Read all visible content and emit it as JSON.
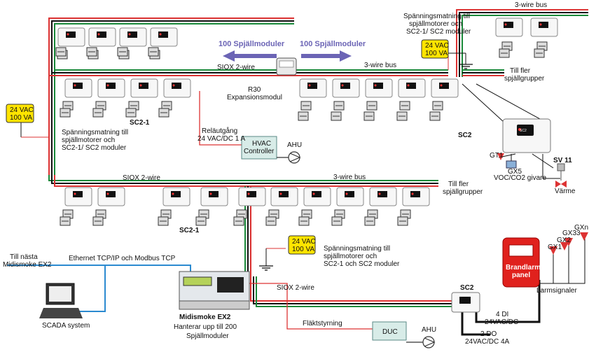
{
  "labels": {
    "three_wire_bus_top": "3-wire bus",
    "supply_top_right_1": "Spänningsmatning till",
    "supply_top_right_2": "spjällmotorer och",
    "supply_top_right_3": "SC2-1/ SC2 moduler",
    "modules_left": "100 Spjällmoduler",
    "modules_right": "100 Spjällmoduler",
    "siox_top": "SIOX 2-wire",
    "three_wire_bus_mid": "3-wire bus",
    "more_groups_1_a": "Till fler",
    "more_groups_1_b": "spjällgrupper",
    "r30_1": "R30",
    "r30_2": "Expansionsmodul",
    "sc2_1_top": "SC2-1",
    "sc2_top": "SC2",
    "relay_1": "Reläutgång",
    "relay_2": "24 VAC/DC 1 A",
    "hvac_1": "HVAC",
    "hvac_2": "Controller",
    "ahu_top": "AHU",
    "supply_left_1": "Spänningsmatning till",
    "supply_left_2": "spjällmotorer och",
    "supply_left_3": "SC2-1/ SC2 moduler",
    "gt1": "GT1",
    "gx5_1": "GX5",
    "gx5_2": "VOC/CO2 givare",
    "sv11": "SV 11",
    "varme": "Värme",
    "siox_mid": "SIOX 2-wire",
    "three_wire_bus_low": "3-wire bus",
    "more_groups_2_a": "Till fler",
    "more_groups_2_b": "spjällgrupper",
    "sc2_1_low": "SC2-1",
    "supply_low_1": "Spänningsmatning till",
    "supply_low_2": "spjällmotorer och",
    "supply_low_3": "SC2-1 och SC2 moduler",
    "next_1": "Till nästa",
    "next_2": "Midismoke EX2",
    "ethernet": "Ethernet TCP/IP och Modbus TCP",
    "gx1": "GX1",
    "gx2": "GX2",
    "gx33": "GX33",
    "gxn": "GXn",
    "brand_1": "Brandlarms",
    "brand_2": "panel",
    "larm": "Larmsignaler",
    "siox_low": "SIOX 2-wire",
    "sc2_low": "SC2",
    "di_1": "4 DI",
    "di_2": "24VAC/DC",
    "do_1": "2 DO",
    "do_2": "24VAC/DC 4A",
    "ex2_1": "Midismoke EX2",
    "ex2_2": "Hanterar upp till 200",
    "ex2_3": "Spjällmoduler",
    "scada": "SCADA system",
    "flakt": "Fläktstyrning",
    "duc": "DUC",
    "ahu_low": "AHU",
    "psu": "24 VAC",
    "psu_va": "100 VA"
  }
}
